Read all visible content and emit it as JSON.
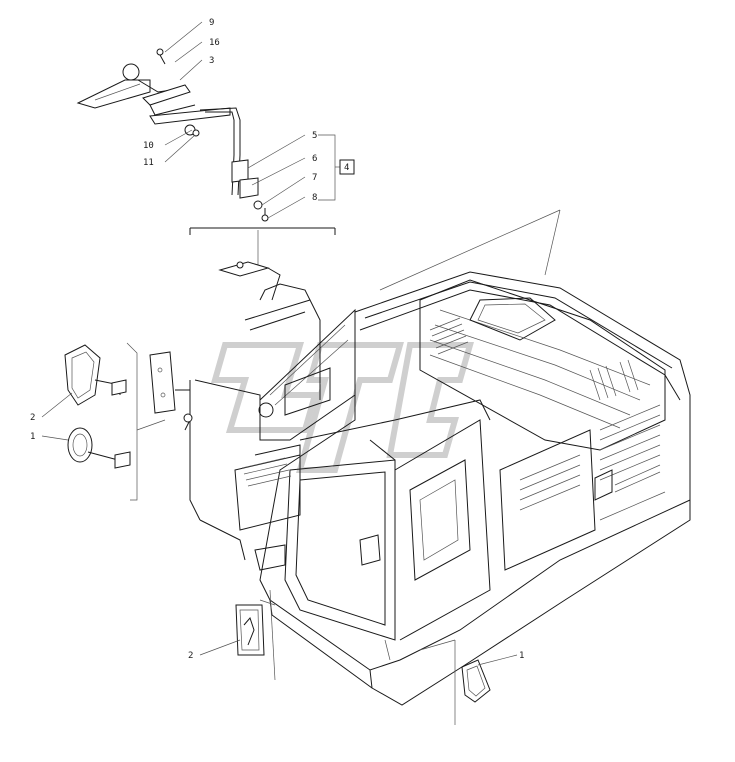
{
  "callouts": {
    "c9": "9",
    "c16": "16",
    "c3": "3",
    "c10": "10",
    "c11": "11",
    "c5": "5",
    "c6": "6",
    "c7": "7",
    "c8": "8",
    "c4": "4",
    "c2_left": "2",
    "c1_left": "1",
    "c2_bottom": "2",
    "c1_right": "1"
  },
  "colors": {
    "ink": "#1a1a1a",
    "watermark": "#cfcfcf",
    "paper": "#ffffff"
  }
}
